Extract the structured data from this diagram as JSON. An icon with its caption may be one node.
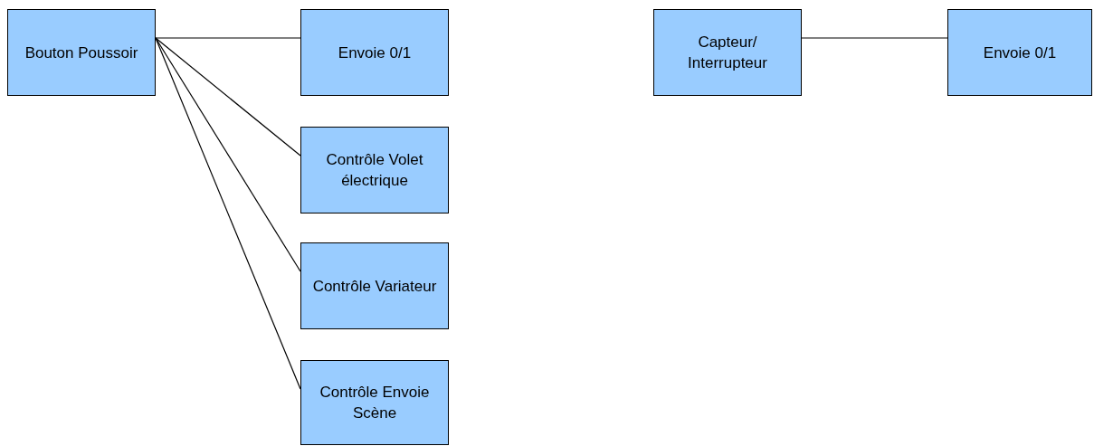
{
  "diagram": {
    "nodes": [
      {
        "text": [
          "Bouton Poussoir"
        ]
      },
      {
        "text": [
          "Envoie 0/1"
        ]
      },
      {
        "text": [
          "Contrôle Volet électrique"
        ]
      },
      {
        "text": [
          "Contrôle Variateur"
        ]
      },
      {
        "text": [
          "Contrôle Envoie Scène"
        ]
      },
      {
        "text": [
          "Capteur/ Interrupteur"
        ]
      },
      {
        "text": [
          "Envoie 0/1"
        ]
      }
    ],
    "edges": [
      {
        "from": 0,
        "to": 1,
        "arrow": "none"
      },
      {
        "from": 0,
        "to": 2,
        "arrow": "none"
      },
      {
        "from": 0,
        "to": 3,
        "arrow": "none"
      },
      {
        "from": 0,
        "to": 4,
        "arrow": "none"
      },
      {
        "from": 5,
        "to": 6,
        "arrow": "none"
      }
    ]
  }
}
